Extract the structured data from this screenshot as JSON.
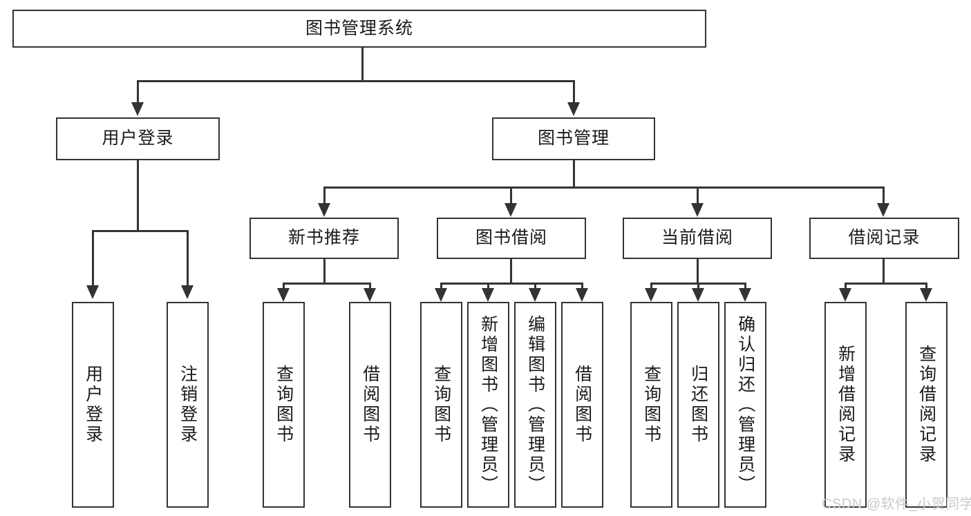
{
  "diagram": {
    "type": "hierarchy-tree",
    "title": "图书管理系统",
    "root": {
      "label": "图书管理系统"
    },
    "level2": [
      {
        "label": "用户登录"
      },
      {
        "label": "图书管理"
      }
    ],
    "level3": [
      {
        "label": "新书推荐"
      },
      {
        "label": "图书借阅"
      },
      {
        "label": "当前借阅"
      },
      {
        "label": "借阅记录"
      }
    ],
    "leaves": {
      "user_login": [
        {
          "label": "用户登录"
        },
        {
          "label": "注销登录"
        }
      ],
      "new_book_recommend": [
        {
          "label": "查询图书"
        },
        {
          "label": "借阅图书"
        }
      ],
      "book_borrow": [
        {
          "label": "查询图书"
        },
        {
          "label": "新增图书（管理员）"
        },
        {
          "label": "编辑图书（管理员）"
        },
        {
          "label": "借阅图书"
        }
      ],
      "current_borrow": [
        {
          "label": "查询图书"
        },
        {
          "label": "归还图书"
        },
        {
          "label": "确认归还（管理员）"
        }
      ],
      "borrow_record": [
        {
          "label": "新增借阅记录"
        },
        {
          "label": "查询借阅记录"
        }
      ]
    }
  },
  "watermark": {
    "text": "CSDN @软件_小贺同学"
  },
  "colors": {
    "stroke": "#333333",
    "fill": "#ffffff",
    "text": "#1a1a1a",
    "watermark": "#c9c9c9"
  }
}
